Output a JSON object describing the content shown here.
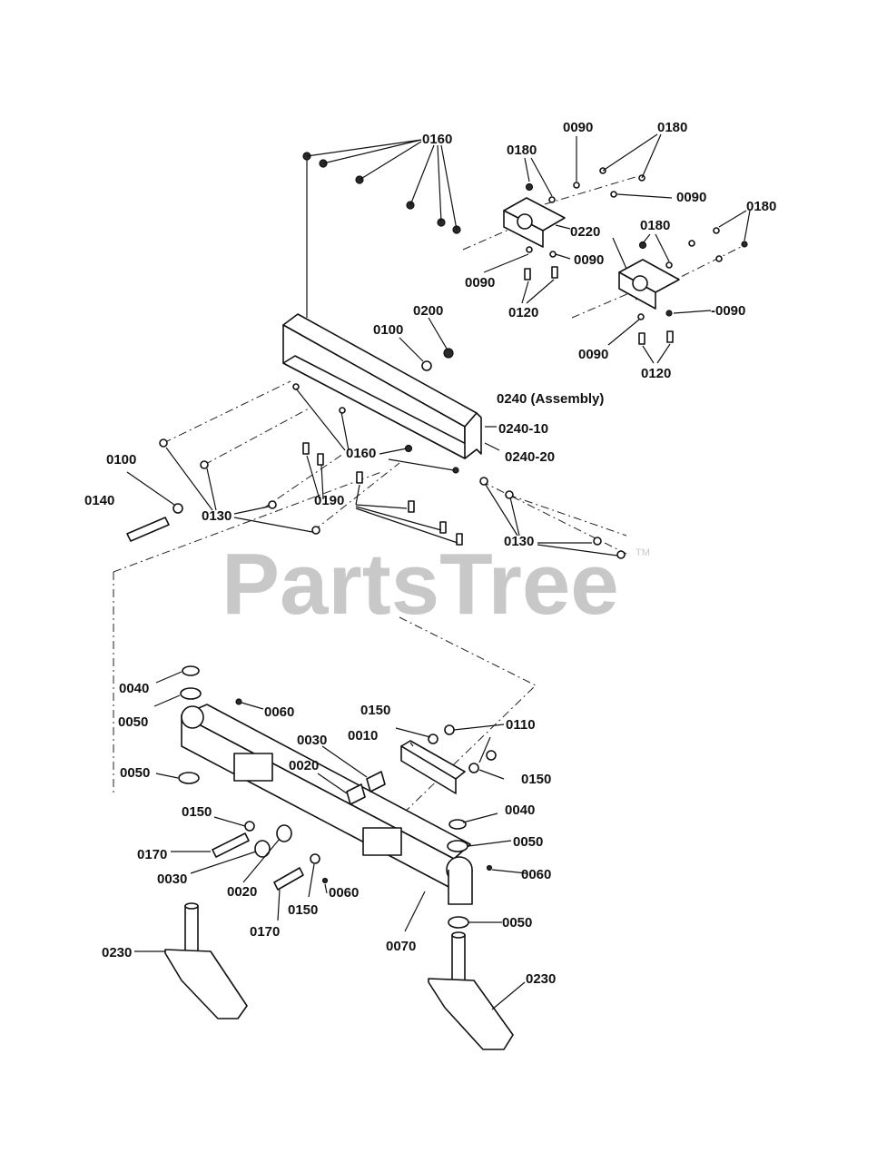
{
  "watermark": {
    "brand": "PartsTree",
    "trademark": "TM"
  },
  "callouts": {
    "c0160_top": "0160",
    "c0090_top": "0090",
    "c0180_a": "0180",
    "c0180_b": "0180",
    "c0090_r1": "0090",
    "c0220": "0220",
    "c0180_c": "0180",
    "c0180_d": "0180",
    "c0090_mid": "0090",
    "c0090_left": "0090",
    "c0120_a": "0120",
    "c0090_r2": "-0090",
    "c0090_bot": "0090",
    "c0120_b": "0120",
    "c0200": "0200",
    "c0100_a": "0100",
    "c0240": "0240 (Assembly)",
    "c0240_10": "0240-10",
    "c0160_mid": "0160",
    "c0240_20": "0240-20",
    "c0100_b": "0100",
    "c0190": "0190",
    "c0140": "0140",
    "c0130_a": "0130",
    "c0130_b": "0130",
    "c0040_a": "0040",
    "c0050_a": "0050",
    "c0060_a": "0060",
    "c0150_a": "0150",
    "c0110": "0110",
    "c0030_a": "0030",
    "c0010": "0010",
    "c0020_a": "0020",
    "c0150_b": "0150",
    "c0050_b": "0050",
    "c0150_c": "0150",
    "c0040_b": "0040",
    "c0050_c": "0050",
    "c0170_a": "0170",
    "c0030_b": "0030",
    "c0020_b": "0020",
    "c0060_b": "0060",
    "c0170_b": "0170",
    "c0150_d": "0150",
    "c0060_c": "0060",
    "c0050_d": "0050",
    "c0230_a": "0230",
    "c0070": "0070",
    "c0230_b": "0230"
  }
}
